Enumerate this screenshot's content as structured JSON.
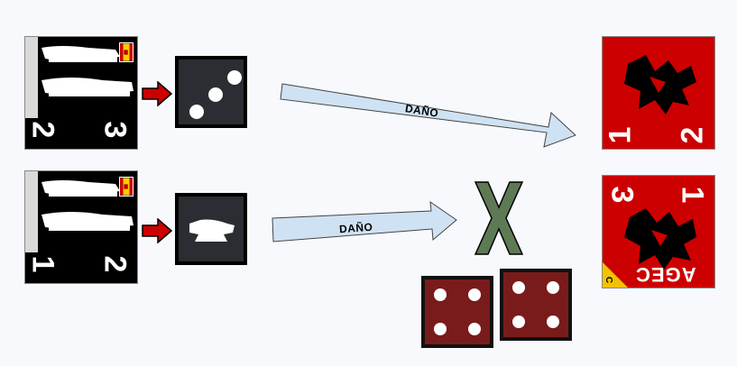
{
  "rows": [
    {
      "unit": {
        "left_value": "2",
        "right_value": "3",
        "flag": "spain-flag"
      },
      "die_pips": 3,
      "arrow_label": "DAÑO",
      "target": {
        "top_left_value": "1",
        "top_right_value": "2",
        "code": ""
      }
    },
    {
      "unit": {
        "left_value": "1",
        "right_value": "2",
        "flag": "spain-flag"
      },
      "die_symbol": "soldier-silhouette",
      "arrow_label": "DAÑO",
      "result": "miss-x-icon",
      "target": {
        "top_left_value": "3",
        "top_right_value": "1",
        "code": "AGEC",
        "tag": "C"
      }
    }
  ],
  "red_dice": [
    4,
    4
  ],
  "colors": {
    "arrow_fill": "#cfe2f3",
    "red_counter": "#cc0000",
    "x_green": "#5e7a55",
    "red_die": "#7a1b1b"
  }
}
